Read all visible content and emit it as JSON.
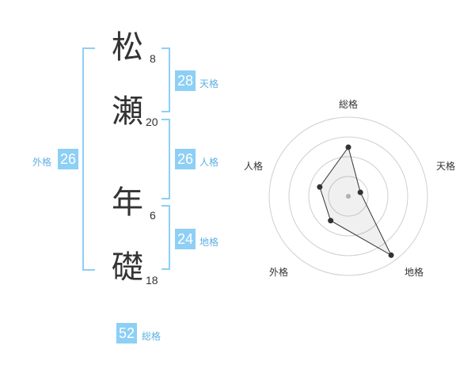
{
  "name": {
    "characters": [
      {
        "char": "松",
        "strokes": "8"
      },
      {
        "char": "瀬",
        "strokes": "20"
      },
      {
        "char": "年",
        "strokes": "6"
      },
      {
        "char": "礎",
        "strokes": "18"
      }
    ]
  },
  "kakusu": {
    "tenkaku": {
      "value": "28",
      "label": "天格"
    },
    "jinkaku": {
      "value": "26",
      "label": "人格"
    },
    "chikaku": {
      "value": "24",
      "label": "地格"
    },
    "gaikaku": {
      "value": "26",
      "label": "外格"
    },
    "soukaku": {
      "value": "52",
      "label": "総格"
    }
  },
  "colors": {
    "accent": "#8dcff5",
    "label": "#5fb0e3"
  },
  "chart_data": {
    "type": "radar",
    "axes": [
      "総格",
      "天格",
      "地格",
      "外格",
      "人格"
    ],
    "values": [
      3.1,
      0.8,
      4.6,
      1.9,
      1.9
    ],
    "rmax": 5,
    "rings": 4
  }
}
